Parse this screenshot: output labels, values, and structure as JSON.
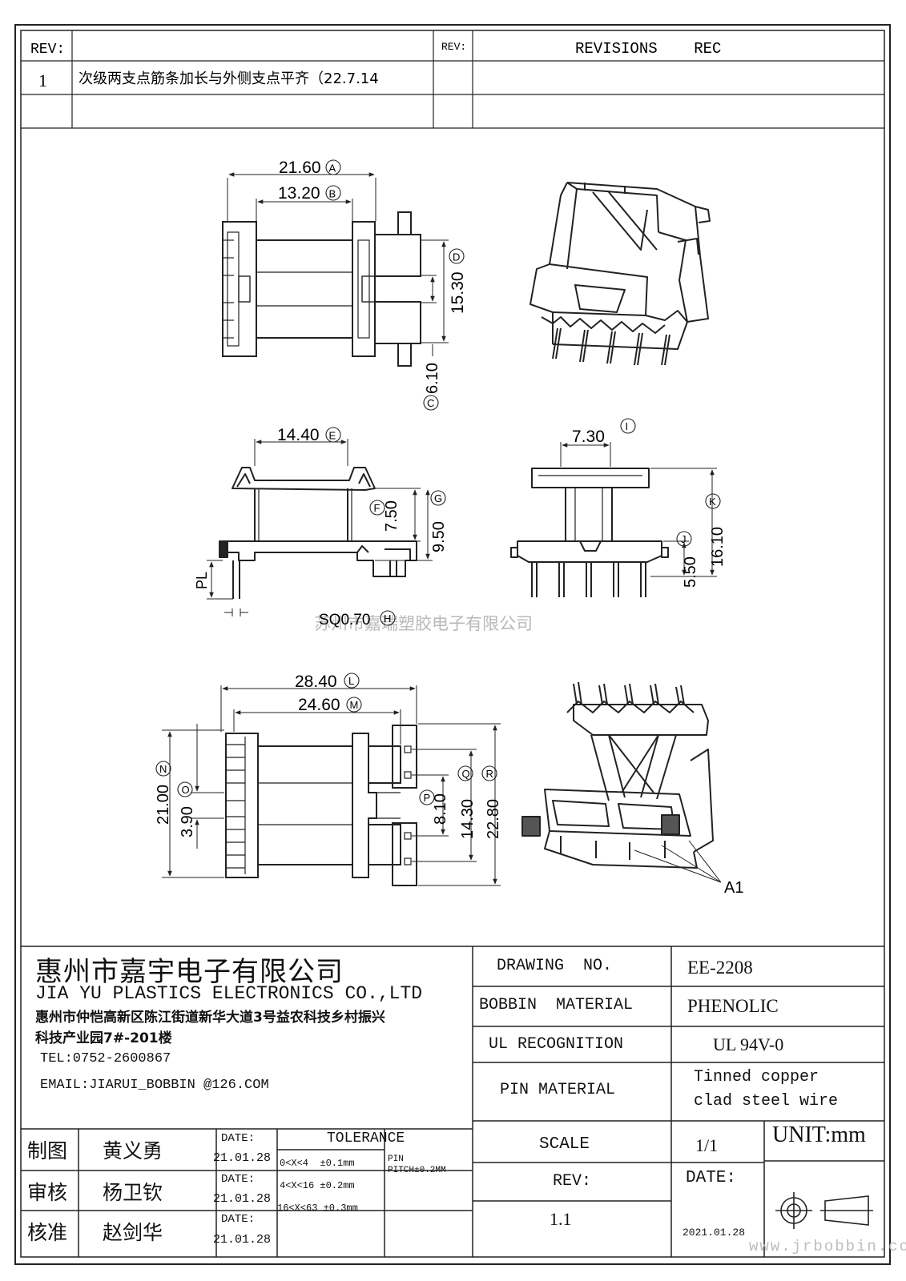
{
  "revision_table": {
    "rev_label_left": "REV:",
    "rev_label_right": "REV:",
    "revisions_header": "REVISIONS    REC",
    "row1_rev": "1",
    "row1_desc": "次级两支点筋条加长与外侧支点平齐（22.7.14"
  },
  "dimensions": {
    "a": "21.60",
    "a_tag": "A",
    "b": "13.20",
    "b_tag": "B",
    "c": "6.10",
    "c_tag": "C",
    "d": "15.30",
    "d_tag": "D",
    "e": "14.40",
    "e_tag": "E",
    "f": "7.50",
    "f_tag": "F",
    "g": "9.50",
    "g_tag": "G",
    "h": "SQ0.70",
    "h_tag": "H",
    "pl": "PL",
    "i": "7.30",
    "i_tag": "I",
    "j": "5.50",
    "j_tag": "J",
    "k": "16.10",
    "k_tag": "K",
    "l": "28.40",
    "l_tag": "L",
    "m": "24.60",
    "m_tag": "M",
    "n": "21.00",
    "n_tag": "N",
    "o": "3.90",
    "o_tag": "O",
    "p": "8.10",
    "p_tag": "P",
    "q": "14.30",
    "q_tag": "Q",
    "r": "22.80",
    "r_tag": "R",
    "a1": "A1"
  },
  "watermark": "苏州市嘉瑞塑胶电子有限公司",
  "company": {
    "name_cn": "惠州市嘉宇电子有限公司",
    "name_en": "JIA YU PLASTICS ELECTRONICS CO.,LTD",
    "address_line1": "惠州市仲恺高新区陈江街道新华大道3号益农科技乡村振兴",
    "address_line2": "科技产业园7#-201楼",
    "tel": "TEL:0752-2600867",
    "email": "EMAIL:JIARUI_BOBBIN @126.COM"
  },
  "approvals": [
    {
      "role": "制图",
      "name": "黄义勇",
      "date_label": "DATE:",
      "date": "21.01.28"
    },
    {
      "role": "审核",
      "name": "杨卫钦",
      "date_label": "DATE:",
      "date": "21.01.28"
    },
    {
      "role": "核准",
      "name": "赵剑华",
      "date_label": "DATE:",
      "date": "21.01.28"
    }
  ],
  "tolerance": {
    "title": "TOLERANCE",
    "rows": [
      "0<X<4  ±0.1mm",
      "4<X<16 ±0.2mm",
      "16<X<63 ±0.3mm"
    ],
    "pin_label": "PIN",
    "pin_pitch": "PITCH±0.2MM"
  },
  "spec": {
    "drawing_no_label": "DRAWING  NO.",
    "drawing_no": "EE-2208",
    "bobbin_material_label": "BOBBIN  MATERIAL",
    "bobbin_material": "PHENOLIC",
    "ul_label": "UL RECOGNITION",
    "ul_value": "UL 94V-0",
    "pin_material_label": "PIN MATERIAL",
    "pin_material_1": "Tinned copper",
    "pin_material_2": "clad steel wire",
    "scale_label": "SCALE",
    "scale": "1/1",
    "unit": "UNIT:mm",
    "rev_label": "REV:",
    "rev": "1.1",
    "date_label": "DATE:",
    "date": "2021.01.28",
    "website": "www.jrbobbin.com"
  }
}
